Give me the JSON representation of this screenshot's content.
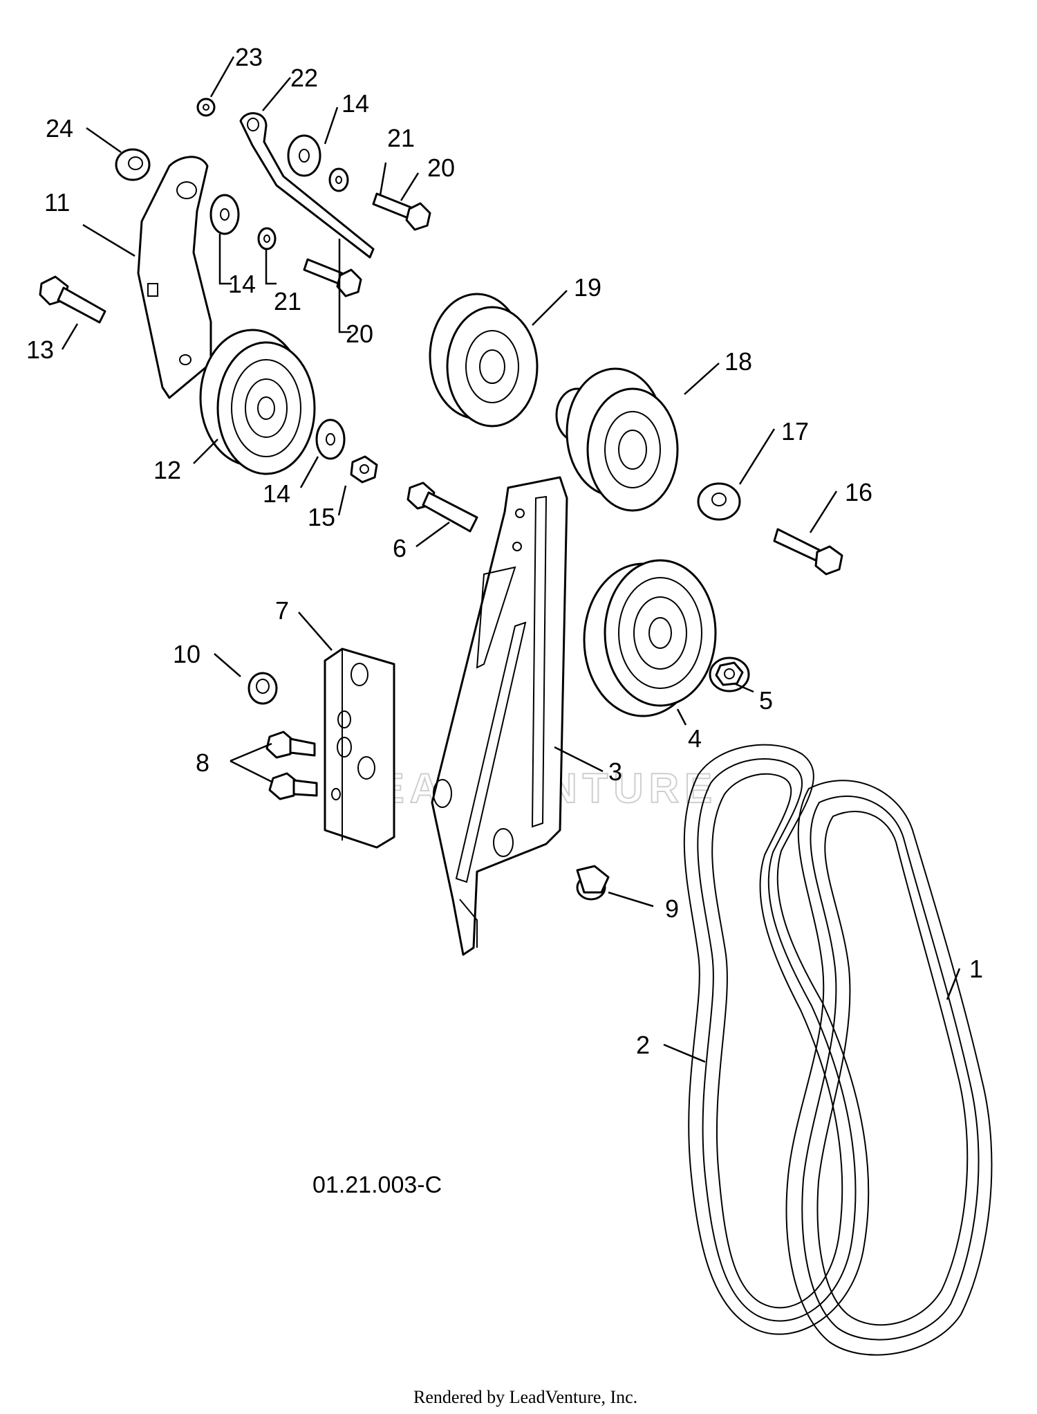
{
  "drawing_code": "01.21.003-C",
  "credit": "Rendered by LeadVenture, Inc.",
  "watermark": "LEADVENTURE",
  "callouts": [
    {
      "id": "c1",
      "text": "1"
    },
    {
      "id": "c2",
      "text": "2"
    },
    {
      "id": "c3",
      "text": "3"
    },
    {
      "id": "c4",
      "text": "4"
    },
    {
      "id": "c5",
      "text": "5"
    },
    {
      "id": "c6",
      "text": "6"
    },
    {
      "id": "c7",
      "text": "7"
    },
    {
      "id": "c8",
      "text": "8"
    },
    {
      "id": "c9",
      "text": "9"
    },
    {
      "id": "c10",
      "text": "10"
    },
    {
      "id": "c11",
      "text": "11"
    },
    {
      "id": "c12",
      "text": "12"
    },
    {
      "id": "c13",
      "text": "13"
    },
    {
      "id": "c14a",
      "text": "14"
    },
    {
      "id": "c14b",
      "text": "14"
    },
    {
      "id": "c14c",
      "text": "14"
    },
    {
      "id": "c15",
      "text": "15"
    },
    {
      "id": "c16",
      "text": "16"
    },
    {
      "id": "c17",
      "text": "17"
    },
    {
      "id": "c18",
      "text": "18"
    },
    {
      "id": "c19",
      "text": "19"
    },
    {
      "id": "c20a",
      "text": "20"
    },
    {
      "id": "c20b",
      "text": "20"
    },
    {
      "id": "c21a",
      "text": "21"
    },
    {
      "id": "c21b",
      "text": "21"
    },
    {
      "id": "c22",
      "text": "22"
    },
    {
      "id": "c23",
      "text": "23"
    },
    {
      "id": "c24",
      "text": "24"
    }
  ]
}
